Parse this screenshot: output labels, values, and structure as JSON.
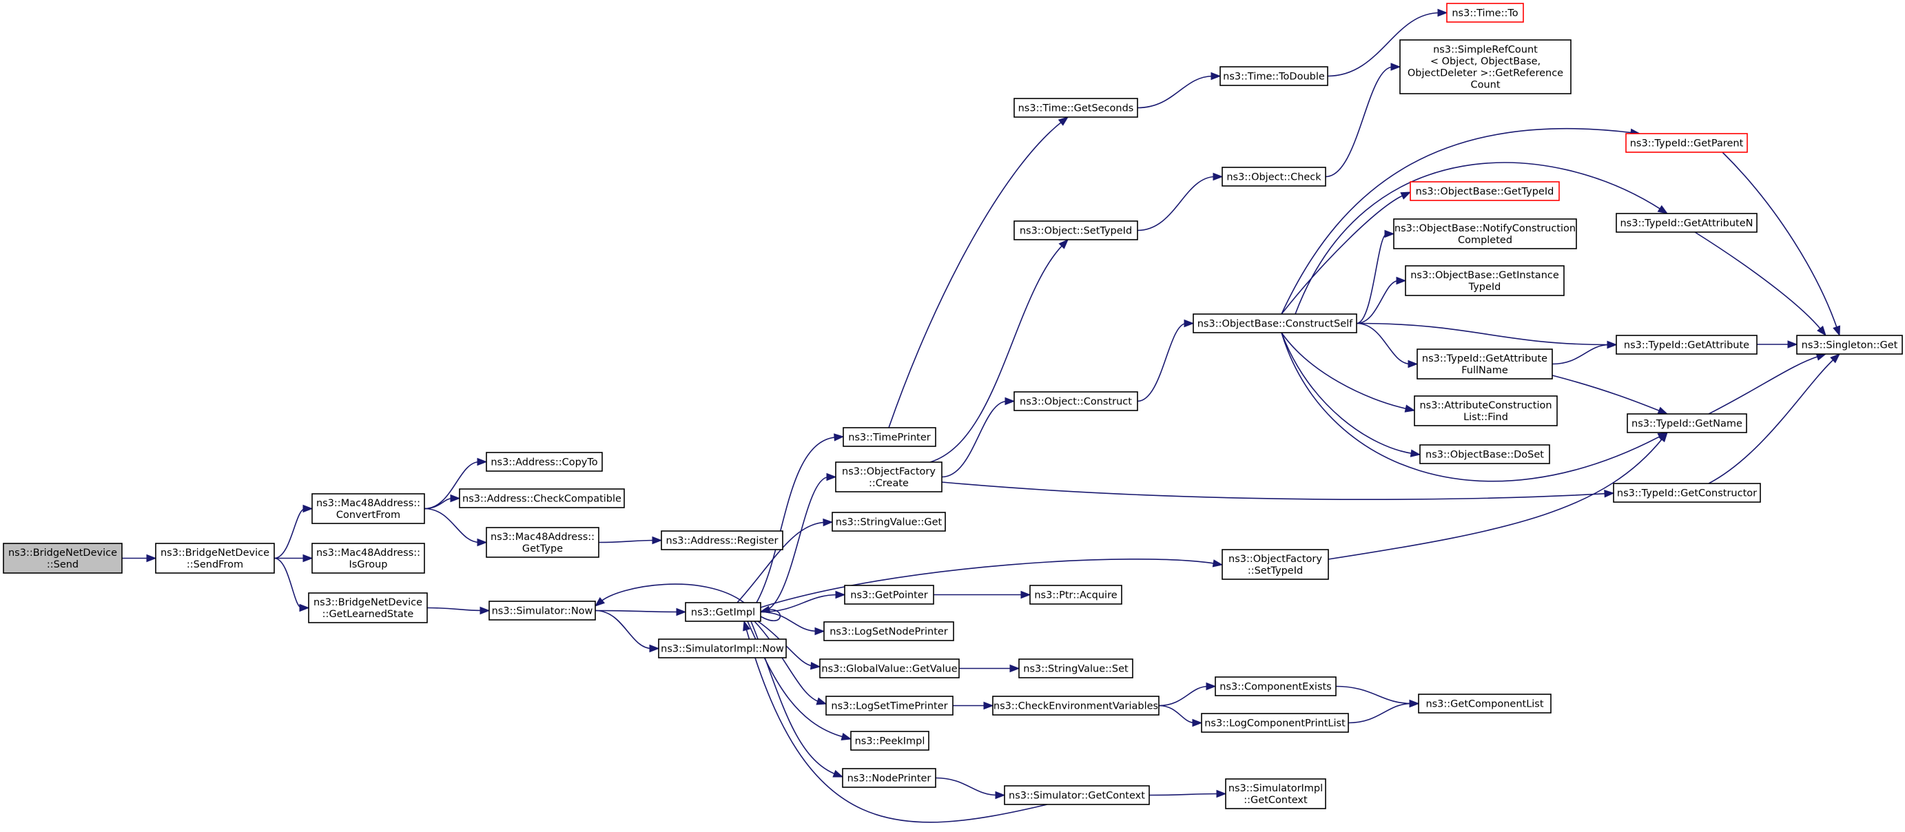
{
  "diagram": {
    "kind": "call graph",
    "colors": {
      "edge": "#191970",
      "root_fill": "#bfbfbf",
      "truncated_border": "#ff0000",
      "node_border": "#000000"
    },
    "nodes": [
      {
        "id": "send",
        "label": [
          "ns3::BridgeNetDevice",
          "::Send"
        ],
        "style": "root"
      },
      {
        "id": "sendfrom",
        "label": [
          "ns3::BridgeNetDevice",
          "::SendFrom"
        ]
      },
      {
        "id": "convertfrom",
        "label": [
          "ns3::Mac48Address::",
          "ConvertFrom"
        ]
      },
      {
        "id": "isgroup",
        "label": [
          "ns3::Mac48Address::",
          "IsGroup"
        ]
      },
      {
        "id": "getlearnedstate",
        "label": [
          "ns3::BridgeNetDevice",
          "::GetLearnedState"
        ]
      },
      {
        "id": "copyto",
        "label": [
          "ns3::Address::CopyTo"
        ]
      },
      {
        "id": "checkcompatible",
        "label": [
          "ns3::Address::CheckCompatible"
        ]
      },
      {
        "id": "gettype",
        "label": [
          "ns3::Mac48Address::",
          "GetType"
        ]
      },
      {
        "id": "register",
        "label": [
          "ns3::Address::Register"
        ]
      },
      {
        "id": "simnow",
        "label": [
          "ns3::Simulator::Now"
        ]
      },
      {
        "id": "simimplnow",
        "label": [
          "ns3::SimulatorImpl::Now"
        ]
      },
      {
        "id": "getimpl",
        "label": [
          "ns3::GetImpl"
        ]
      },
      {
        "id": "timeprinter",
        "label": [
          "ns3::TimePrinter"
        ]
      },
      {
        "id": "ofcreate",
        "label": [
          "ns3::ObjectFactory",
          "::Create"
        ]
      },
      {
        "id": "stringvalueget",
        "label": [
          "ns3::StringValue::Get"
        ]
      },
      {
        "id": "getpointer",
        "label": [
          "ns3::GetPointer"
        ]
      },
      {
        "id": "logsetnodeprinter",
        "label": [
          "ns3::LogSetNodePrinter"
        ]
      },
      {
        "id": "globalvaluegetvalue",
        "label": [
          "ns3::GlobalValue::GetValue"
        ]
      },
      {
        "id": "logsettimeprinter",
        "label": [
          "ns3::LogSetTimePrinter"
        ]
      },
      {
        "id": "peekimpl",
        "label": [
          "ns3::PeekImpl"
        ]
      },
      {
        "id": "nodeprinter",
        "label": [
          "ns3::NodePrinter"
        ]
      },
      {
        "id": "timegetseconds",
        "label": [
          "ns3::Time::GetSeconds"
        ]
      },
      {
        "id": "objsettypeid",
        "label": [
          "ns3::Object::SetTypeId"
        ]
      },
      {
        "id": "objconstruct",
        "label": [
          "ns3::Object::Construct"
        ]
      },
      {
        "id": "ptracquire",
        "label": [
          "ns3::Ptr::Acquire"
        ]
      },
      {
        "id": "stringvalueset",
        "label": [
          "ns3::StringValue::Set"
        ]
      },
      {
        "id": "checkenv",
        "label": [
          "ns3::CheckEnvironmentVariables"
        ]
      },
      {
        "id": "simgetcontext",
        "label": [
          "ns3::Simulator::GetContext"
        ]
      },
      {
        "id": "timetodouble",
        "label": [
          "ns3::Time::ToDouble"
        ]
      },
      {
        "id": "objcheck",
        "label": [
          "ns3::Object::Check"
        ]
      },
      {
        "id": "ofsettypeid",
        "label": [
          "ns3::ObjectFactory",
          "::SetTypeId"
        ]
      },
      {
        "id": "constructself",
        "label": [
          "ns3::ObjectBase::ConstructSelf"
        ]
      },
      {
        "id": "componentexists",
        "label": [
          "ns3::ComponentExists"
        ]
      },
      {
        "id": "logcomponentprintlist",
        "label": [
          "ns3::LogComponentPrintList"
        ]
      },
      {
        "id": "simimplgetcontext",
        "label": [
          "ns3::SimulatorImpl",
          "::GetContext"
        ]
      },
      {
        "id": "timeto",
        "label": [
          "ns3::Time::To"
        ],
        "style": "truncated"
      },
      {
        "id": "getrefcount",
        "label": [
          "ns3::SimpleRefCount",
          "< Object, ObjectBase,",
          "ObjectDeleter >::GetReference",
          "Count"
        ]
      },
      {
        "id": "obgettypeid",
        "label": [
          "ns3::ObjectBase::GetTypeId"
        ],
        "style": "truncated"
      },
      {
        "id": "notifyconstruction",
        "label": [
          "ns3::ObjectBase::NotifyConstruction",
          "Completed"
        ]
      },
      {
        "id": "getinstancetypeid",
        "label": [
          "ns3::ObjectBase::GetInstance",
          "TypeId"
        ]
      },
      {
        "id": "getattributefullname",
        "label": [
          "ns3::TypeId::GetAttribute",
          "FullName"
        ]
      },
      {
        "id": "attrconstructionlistfind",
        "label": [
          "ns3::AttributeConstruction",
          "List::Find"
        ]
      },
      {
        "id": "obdoset",
        "label": [
          "ns3::ObjectBase::DoSet"
        ]
      },
      {
        "id": "getcomponentlist",
        "label": [
          "ns3::GetComponentList"
        ]
      },
      {
        "id": "typeidgetparent",
        "label": [
          "ns3::TypeId::GetParent"
        ],
        "style": "truncated"
      },
      {
        "id": "typeidgetattributen",
        "label": [
          "ns3::TypeId::GetAttributeN"
        ]
      },
      {
        "id": "typeidgetattribute",
        "label": [
          "ns3::TypeId::GetAttribute"
        ]
      },
      {
        "id": "typeidgetname",
        "label": [
          "ns3::TypeId::GetName"
        ]
      },
      {
        "id": "typeidgetconstructor",
        "label": [
          "ns3::TypeId::GetConstructor"
        ]
      },
      {
        "id": "singletonget",
        "label": [
          "ns3::Singleton::Get"
        ]
      }
    ],
    "edges": [
      [
        "send",
        "sendfrom"
      ],
      [
        "sendfrom",
        "convertfrom"
      ],
      [
        "sendfrom",
        "isgroup"
      ],
      [
        "sendfrom",
        "getlearnedstate"
      ],
      [
        "convertfrom",
        "copyto"
      ],
      [
        "convertfrom",
        "checkcompatible"
      ],
      [
        "convertfrom",
        "gettype"
      ],
      [
        "gettype",
        "register"
      ],
      [
        "getlearnedstate",
        "simnow"
      ],
      [
        "simnow",
        "getimpl"
      ],
      [
        "simnow",
        "simimplnow"
      ],
      [
        "getimpl",
        "simnow"
      ],
      [
        "getimpl",
        "timeprinter"
      ],
      [
        "getimpl",
        "ofcreate"
      ],
      [
        "getimpl",
        "stringvalueget"
      ],
      [
        "getimpl",
        "ofsettypeid"
      ],
      [
        "getimpl",
        "getpointer"
      ],
      [
        "getimpl",
        "logsetnodeprinter"
      ],
      [
        "getimpl",
        "globalvaluegetvalue"
      ],
      [
        "getimpl",
        "logsettimeprinter"
      ],
      [
        "getimpl",
        "peekimpl"
      ],
      [
        "getimpl",
        "nodeprinter"
      ],
      [
        "getimpl",
        "getimpl"
      ],
      [
        "timeprinter",
        "timegetseconds"
      ],
      [
        "ofcreate",
        "objsettypeid"
      ],
      [
        "ofcreate",
        "objconstruct"
      ],
      [
        "ofcreate",
        "typeidgetconstructor"
      ],
      [
        "getpointer",
        "ptracquire"
      ],
      [
        "globalvaluegetvalue",
        "stringvalueset"
      ],
      [
        "logsettimeprinter",
        "checkenv"
      ],
      [
        "nodeprinter",
        "simgetcontext"
      ],
      [
        "simgetcontext",
        "simimplgetcontext"
      ],
      [
        "simgetcontext",
        "getimpl"
      ],
      [
        "timegetseconds",
        "timetodouble"
      ],
      [
        "timetodouble",
        "timeto"
      ],
      [
        "objsettypeid",
        "objcheck"
      ],
      [
        "objcheck",
        "getrefcount"
      ],
      [
        "objconstruct",
        "constructself"
      ],
      [
        "ofsettypeid",
        "typeidgetname"
      ],
      [
        "checkenv",
        "componentexists"
      ],
      [
        "checkenv",
        "logcomponentprintlist"
      ],
      [
        "componentexists",
        "getcomponentlist"
      ],
      [
        "logcomponentprintlist",
        "getcomponentlist"
      ],
      [
        "constructself",
        "typeidgetparent"
      ],
      [
        "constructself",
        "typeidgetattributen"
      ],
      [
        "constructself",
        "obgettypeid"
      ],
      [
        "constructself",
        "notifyconstruction"
      ],
      [
        "constructself",
        "getinstancetypeid"
      ],
      [
        "constructself",
        "typeidgetattribute"
      ],
      [
        "constructself",
        "getattributefullname"
      ],
      [
        "constructself",
        "attrconstructionlistfind"
      ],
      [
        "constructself",
        "obdoset"
      ],
      [
        "constructself",
        "typeidgetname"
      ],
      [
        "getattributefullname",
        "typeidgetattribute"
      ],
      [
        "getattributefullname",
        "typeidgetname"
      ],
      [
        "typeidgetparent",
        "singletonget"
      ],
      [
        "typeidgetattributen",
        "singletonget"
      ],
      [
        "typeidgetattribute",
        "singletonget"
      ],
      [
        "typeidgetname",
        "singletonget"
      ],
      [
        "typeidgetconstructor",
        "singletonget"
      ]
    ]
  }
}
